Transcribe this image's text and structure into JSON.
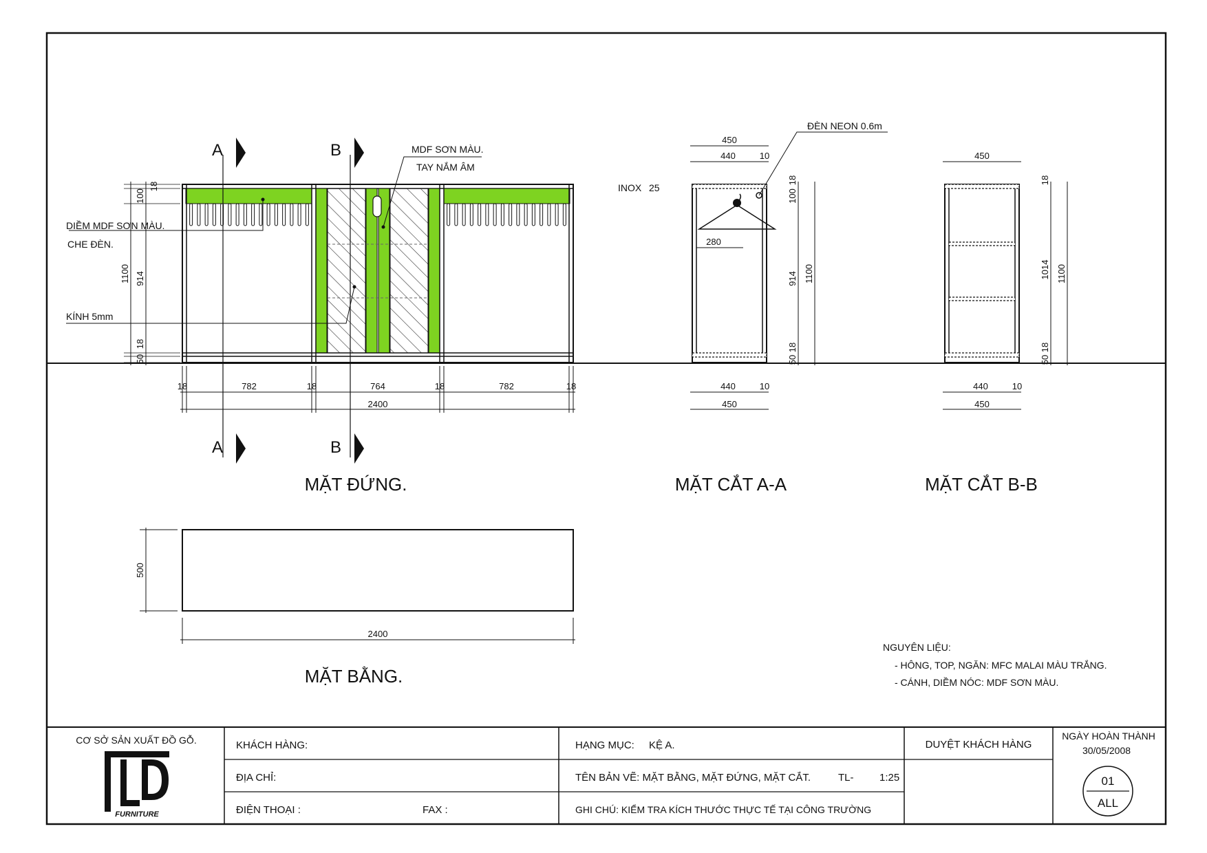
{
  "colors": {
    "accent_green": "#7ED321",
    "line": "#111111"
  },
  "views": {
    "front_title": "MẶT ĐỨNG.",
    "section_a_title": "MẶT CẮT A-A",
    "section_b_title": "MẶT CẮT B-B",
    "plan_title": "MẶT BẰNG."
  },
  "section_marks": {
    "a": "A",
    "b": "B"
  },
  "notes": {
    "mdf_paint": "MDF SƠN MÀU.",
    "recessed_handle": "TAY NẮM ÂM",
    "trim_mdf": "DIỀM MDF SƠN MÀU.",
    "light_cover": "CHE ĐÈN.",
    "glass": "KÍNH 5mm",
    "neon": "ĐÈN NEON 0.6m",
    "inox": "INOX",
    "inox_size": "25"
  },
  "front_dims": {
    "bottom": [
      "18",
      "782",
      "18",
      "764",
      "18",
      "782",
      "18"
    ],
    "total": "2400",
    "left_outer": "1100",
    "left_inner": [
      "100",
      "18",
      "914",
      "18",
      "50"
    ]
  },
  "section_a_dims": {
    "top_total": "450",
    "top_inner": "440",
    "top_small": "10",
    "bottom_inner": "440",
    "bottom_small": "10",
    "bottom_total": "450",
    "hanger": "280",
    "right_parts": [
      "100",
      "18",
      "914",
      "18",
      "50"
    ],
    "right_total": "1100"
  },
  "section_b_dims": {
    "top_total": "450",
    "bottom_inner": "440",
    "bottom_small": "10",
    "bottom_total": "450",
    "right_parts": [
      "18",
      "1014",
      "18",
      "50"
    ],
    "right_total": "1100"
  },
  "plan_dims": {
    "width": "2400",
    "depth": "500"
  },
  "materials": {
    "heading": "NGUYÊN LIỆU:",
    "items": [
      "- HÔNG, TOP, NGĂN: MFC MALAI MÀU TRẮNG.",
      "- CÁNH, DIỀM NÓC: MDF SƠN MÀU."
    ]
  },
  "title_block": {
    "company": "CƠ SỞ SẢN XUẤT ĐỒ GỖ.",
    "logo_letters": "TLD",
    "logo_word": "FURNITURE",
    "customer_label": "KHÁCH HÀNG:",
    "address_label": "ĐỊA CHỈ:",
    "phone_label": "ĐIỆN THOẠI :",
    "fax_label": "FAX :",
    "item_label": "HẠNG MỤC:",
    "item_value": "KỆ A.",
    "drawing_label": "TÊN BẢN VẼ: MẶT BẰNG, MẶT ĐỨNG, MẶT CẮT.",
    "scale_label": "TL-",
    "scale_value": "1:25",
    "remark": "GHI CHÚ: KIỂM TRA KÍCH THƯỚC THỰC TẾ TẠI CÔNG TRƯỜNG",
    "approval": "DUYỆT KHÁCH HÀNG",
    "date_label": "NGÀY HOÀN THÀNH",
    "date_value": "30/05/2008",
    "sheet_no": "01",
    "sheet_set": "ALL"
  }
}
